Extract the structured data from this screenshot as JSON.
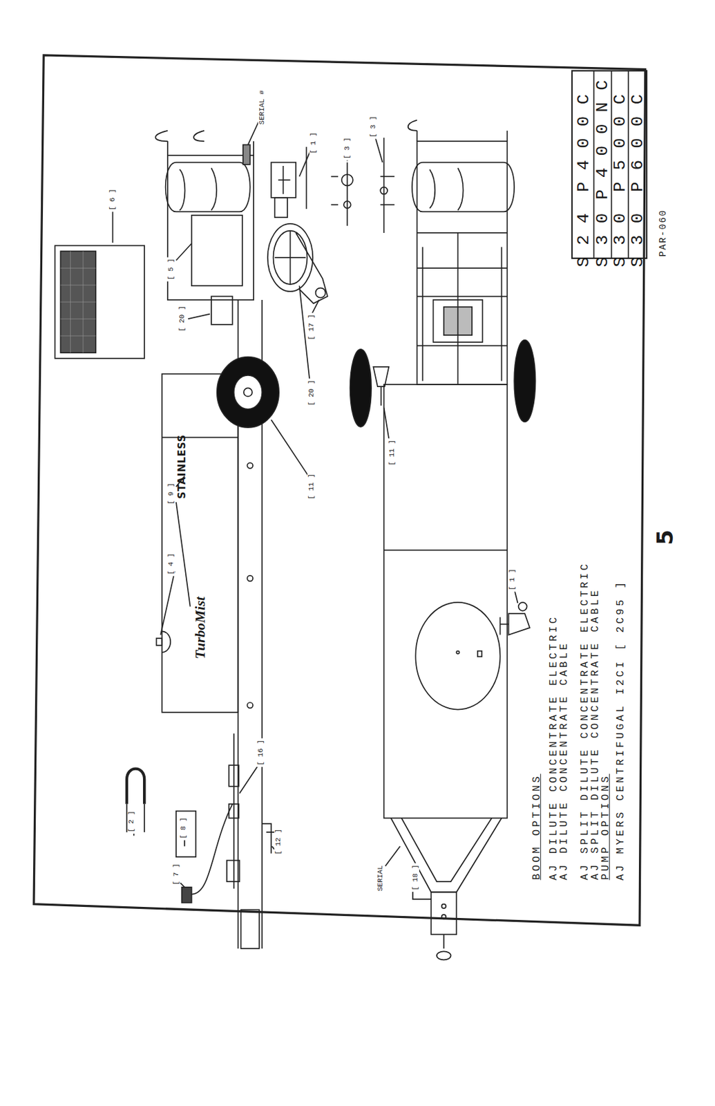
{
  "diagram": {
    "labels": [
      "[ 6 ]",
      "SERIAL #",
      "[ 5 ]",
      "[ 3 ]",
      "[ 3 ]",
      "[ 1 ]",
      "[ 20 ]",
      "[ 20 ]",
      "[ 17 ]",
      "[ 9 ]",
      "[ 4 ]",
      "[ 11 ]",
      "[ 11 ]",
      "STAINLESS",
      "TurboMist",
      "[ 2 ]",
      "[ 8 ]",
      "[ 7 ]",
      "[ 16 ]",
      "[ 12 ]",
      "[ 1 ]",
      "SERIAL",
      "[ 18 ]",
      "BOOM OPTIONS",
      "AJ DILUTE CONCENTRATE ELECTRIC",
      "AJ DILUTE CONCENTRATE CABLE",
      "AJ SPLIT DILUTE CONCENTRATE ELECTRIC",
      "AJ SPLIT DILUTE CONCENTRATE CABLE",
      "PUMP OPTIONS",
      "AJ MYERS CENTRIFUGAL I2CI [ 2C95 ]",
      "S24",
      "P400C",
      "S30",
      "P400NC",
      "S30",
      "P500C",
      "S30",
      "P600C",
      "PAR-060",
      "5"
    ]
  }
}
